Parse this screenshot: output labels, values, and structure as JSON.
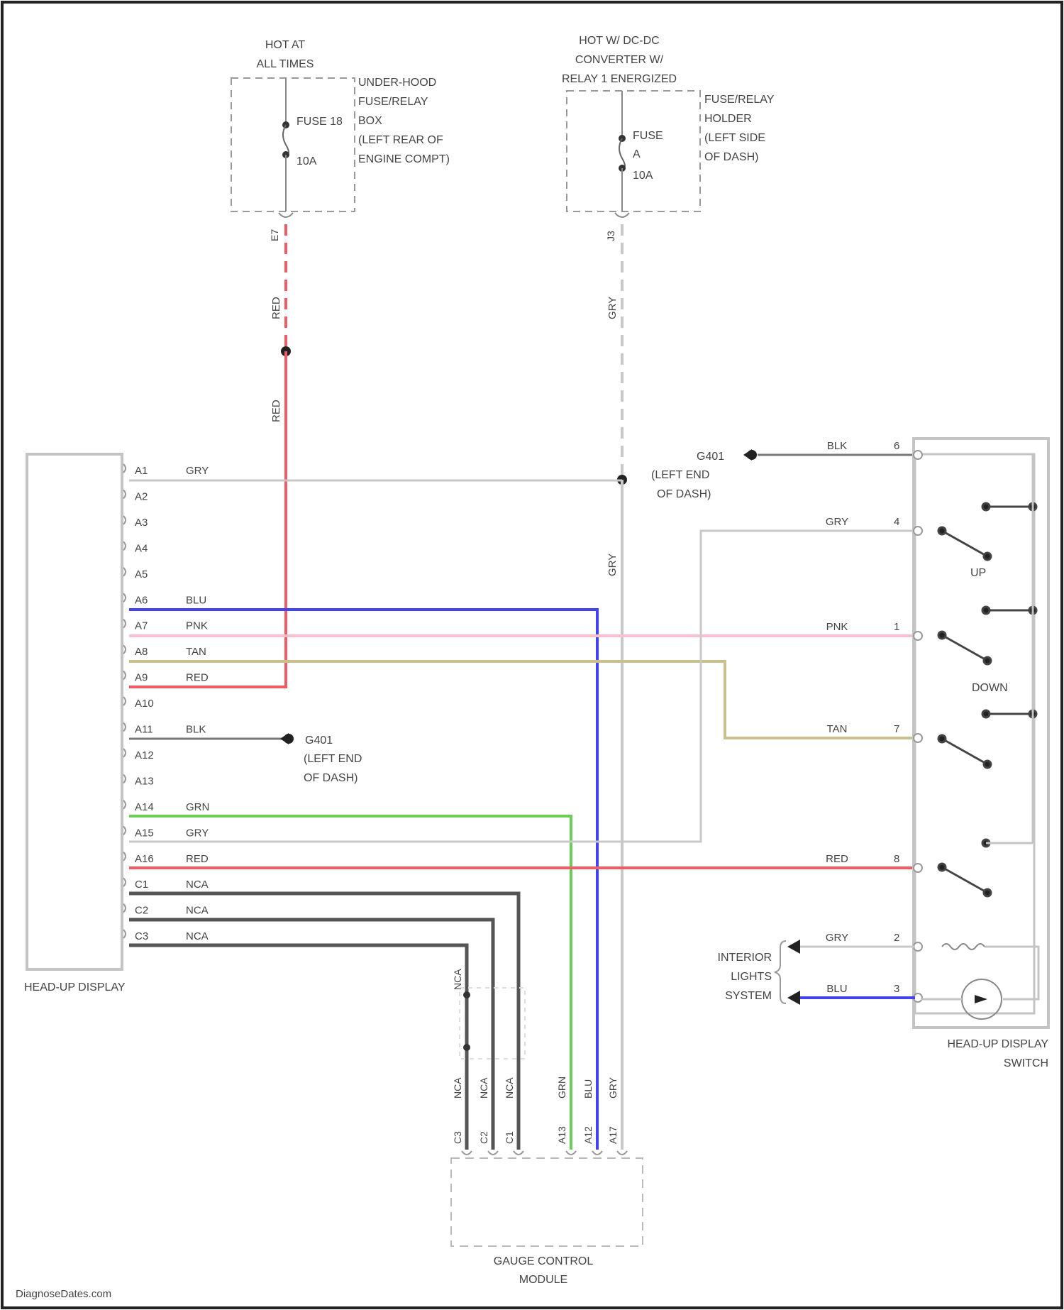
{
  "power_sources": {
    "hot_at_all_times": [
      "HOT AT",
      "ALL TIMES"
    ],
    "hot_dc_dc": [
      "HOT W/ DC-DC",
      "CONVERTER W/",
      "RELAY 1 ENERGIZED"
    ]
  },
  "boxes": {
    "underhood": [
      "UNDER-HOOD",
      "FUSE/RELAY",
      "BOX",
      "(LEFT REAR OF",
      "ENGINE COMPT)"
    ],
    "dash_holder": [
      "FUSE/RELAY",
      "HOLDER",
      "(LEFT SIDE",
      "OF DASH)"
    ]
  },
  "fuses": {
    "fuse_18": {
      "name": "FUSE 18",
      "rating": "10A"
    },
    "fuse_a": {
      "name": "FUSE",
      "letter": "A",
      "rating": "10A"
    }
  },
  "terminals": {
    "underhood": "E7",
    "dash": "J3"
  },
  "wires": {
    "feed_red": "RED",
    "feed_gry": "GRY",
    "c2_nca": "NCA"
  },
  "grounds": {
    "g401_top": [
      "G401",
      "(LEFT END",
      "OF DASH)"
    ],
    "g401_mid": [
      "G401",
      "(LEFT END",
      "OF DASH)"
    ]
  },
  "hud": {
    "label": "HEAD-UP DISPLAY",
    "pins": [
      {
        "pin": "A1",
        "wire": "GRY"
      },
      {
        "pin": "A2",
        "wire": ""
      },
      {
        "pin": "A3",
        "wire": ""
      },
      {
        "pin": "A4",
        "wire": ""
      },
      {
        "pin": "A5",
        "wire": ""
      },
      {
        "pin": "A6",
        "wire": "BLU"
      },
      {
        "pin": "A7",
        "wire": "PNK"
      },
      {
        "pin": "A8",
        "wire": "TAN"
      },
      {
        "pin": "A9",
        "wire": "RED"
      },
      {
        "pin": "A10",
        "wire": ""
      },
      {
        "pin": "A11",
        "wire": "BLK"
      },
      {
        "pin": "A12",
        "wire": ""
      },
      {
        "pin": "A13",
        "wire": ""
      },
      {
        "pin": "A14",
        "wire": "GRN"
      },
      {
        "pin": "A15",
        "wire": "GRY"
      },
      {
        "pin": "A16",
        "wire": "RED"
      },
      {
        "pin": "C1",
        "wire": "NCA"
      },
      {
        "pin": "C2",
        "wire": "NCA"
      },
      {
        "pin": "C3",
        "wire": "NCA"
      }
    ]
  },
  "switch": {
    "label": [
      "HEAD-UP DISPLAY",
      "SWITCH"
    ],
    "pins": [
      {
        "wire": "BLK",
        "pin": "6"
      },
      {
        "wire": "GRY",
        "pin": "4"
      },
      {
        "wire": "PNK",
        "pin": "1"
      },
      {
        "wire": "TAN",
        "pin": "7"
      },
      {
        "wire": "RED",
        "pin": "8"
      },
      {
        "wire": "GRY",
        "pin": "2"
      },
      {
        "wire": "BLU",
        "pin": "3"
      }
    ],
    "up_label": "UP",
    "down_label": "DOWN",
    "interior_lights": [
      "INTERIOR",
      "LIGHTS",
      "SYSTEM"
    ]
  },
  "gcm": {
    "label": [
      "GAUGE CONTROL",
      "MODULE"
    ],
    "pins": [
      {
        "pin": "C3",
        "wire": "NCA"
      },
      {
        "pin": "C2",
        "wire": "NCA"
      },
      {
        "pin": "C1",
        "wire": "NCA"
      },
      {
        "pin": "A13",
        "wire": "GRN"
      },
      {
        "pin": "A12",
        "wire": "BLU"
      },
      {
        "pin": "A17",
        "wire": "GRY"
      }
    ]
  },
  "watermark": "DiagnoseDates.com",
  "colors": {
    "red": "#f25a64",
    "blue": "#4444ee",
    "green": "#6cce58",
    "pink": "#f7c0cc",
    "tan": "#c9c08e",
    "gray": "#c8c8c8",
    "dark": "#555555",
    "black": "#444444"
  }
}
